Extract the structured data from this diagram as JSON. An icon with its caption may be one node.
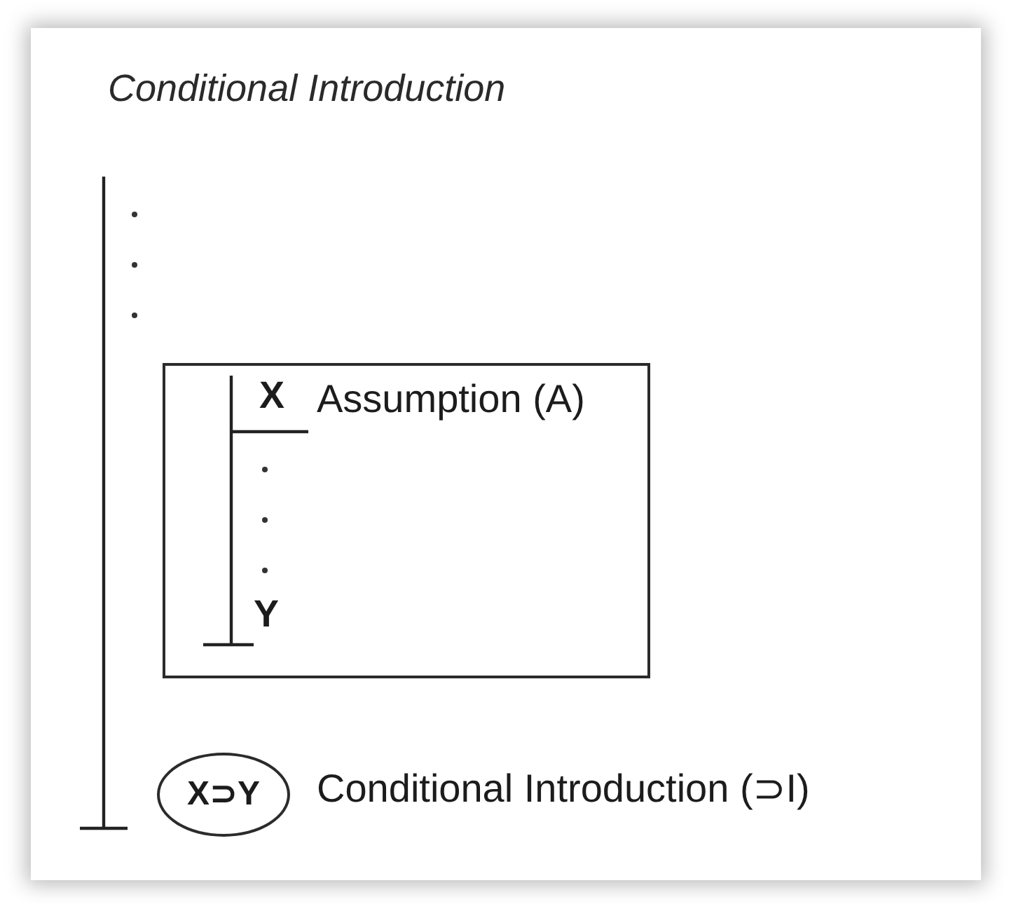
{
  "diagram": {
    "title": "Conditional Introduction",
    "nodes": [
      {
        "text": [
          "X",
          "Assumption (A)",
          "Y"
        ]
      },
      {
        "text": [
          "X⊃Y"
        ],
        "beside": [
          "Conditional Introduction (⊃I)"
        ]
      }
    ]
  }
}
